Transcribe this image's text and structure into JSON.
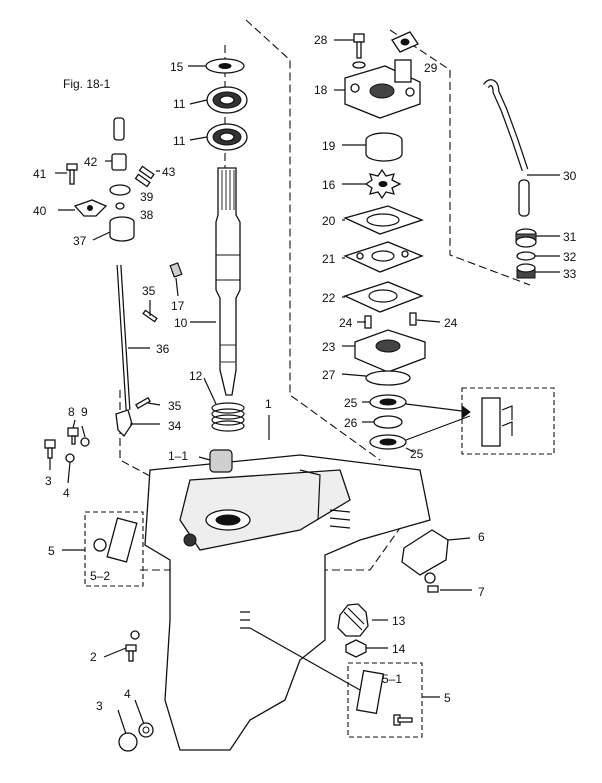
{
  "diagram": {
    "fig_ref": "Fig. 18-1",
    "labels": [
      {
        "id": "l15",
        "text": "15"
      },
      {
        "id": "l11a",
        "text": "11"
      },
      {
        "id": "l11b",
        "text": "11"
      },
      {
        "id": "l10",
        "text": "10"
      },
      {
        "id": "l12",
        "text": "12"
      },
      {
        "id": "l28",
        "text": "28"
      },
      {
        "id": "l29",
        "text": "29"
      },
      {
        "id": "l18",
        "text": "18"
      },
      {
        "id": "l19",
        "text": "19"
      },
      {
        "id": "l16",
        "text": "16"
      },
      {
        "id": "l20",
        "text": "20"
      },
      {
        "id": "l21",
        "text": "21"
      },
      {
        "id": "l22",
        "text": "22"
      },
      {
        "id": "l24a",
        "text": "24"
      },
      {
        "id": "l24b",
        "text": "24"
      },
      {
        "id": "l23",
        "text": "23"
      },
      {
        "id": "l27",
        "text": "27"
      },
      {
        "id": "l25a",
        "text": "25"
      },
      {
        "id": "l26",
        "text": "26"
      },
      {
        "id": "l25b",
        "text": "25"
      },
      {
        "id": "l30",
        "text": "30"
      },
      {
        "id": "l31",
        "text": "31"
      },
      {
        "id": "l32",
        "text": "32"
      },
      {
        "id": "l33",
        "text": "33"
      },
      {
        "id": "l41",
        "text": "41"
      },
      {
        "id": "l42",
        "text": "42"
      },
      {
        "id": "l43",
        "text": "43"
      },
      {
        "id": "l39",
        "text": "39"
      },
      {
        "id": "l40",
        "text": "40"
      },
      {
        "id": "l38",
        "text": "38"
      },
      {
        "id": "l37",
        "text": "37"
      },
      {
        "id": "l35a",
        "text": "35"
      },
      {
        "id": "l17",
        "text": "17"
      },
      {
        "id": "l36",
        "text": "36"
      },
      {
        "id": "l35b",
        "text": "35"
      },
      {
        "id": "l34",
        "text": "34"
      },
      {
        "id": "l8",
        "text": "8"
      },
      {
        "id": "l9",
        "text": "9"
      },
      {
        "id": "l3a",
        "text": "3"
      },
      {
        "id": "l4a",
        "text": "4"
      },
      {
        "id": "l1",
        "text": "1"
      },
      {
        "id": "l1-1",
        "text": "1–1"
      },
      {
        "id": "l5a",
        "text": "5"
      },
      {
        "id": "l5-2",
        "text": "5–2"
      },
      {
        "id": "l6",
        "text": "6"
      },
      {
        "id": "l7",
        "text": "7"
      },
      {
        "id": "l2",
        "text": "2"
      },
      {
        "id": "l13",
        "text": "13"
      },
      {
        "id": "l14",
        "text": "14"
      },
      {
        "id": "l5-1",
        "text": "5–1"
      },
      {
        "id": "l5b",
        "text": "5"
      },
      {
        "id": "l3b",
        "text": "3"
      },
      {
        "id": "l4b",
        "text": "4"
      }
    ]
  }
}
